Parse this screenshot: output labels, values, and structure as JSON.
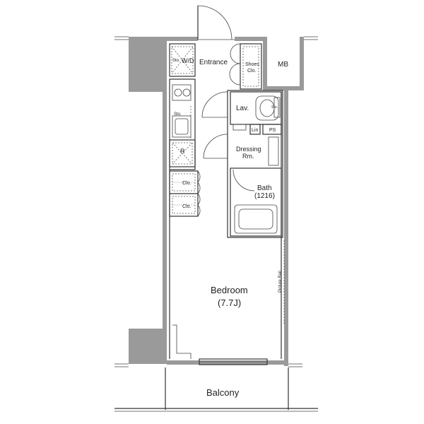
{
  "rooms": {
    "wd": "W/D",
    "wd_sto": "Sto.",
    "entrance": "Entrance",
    "shoes_clo_1": "Shoes",
    "shoes_clo_2": "Clo.",
    "mb": "MB",
    "lav": "Lav.",
    "lav_sto": "Sto.",
    "sto": "Sto.",
    "lin": "Lin",
    "ps": "PS",
    "dressing_1": "Dressing",
    "dressing_2": "Rm.",
    "r": "R",
    "clo_1": "Clo.",
    "clo_2": "Clo.",
    "bath": "Bath",
    "bath_size": "(1216)",
    "bedroom": "Bedroom",
    "bedroom_size": "(7.7J)",
    "picture_rail": "Picture Rail",
    "balcony": "Balcony"
  },
  "colors": {
    "wall": "#9a9a9a",
    "line": "#333333"
  }
}
